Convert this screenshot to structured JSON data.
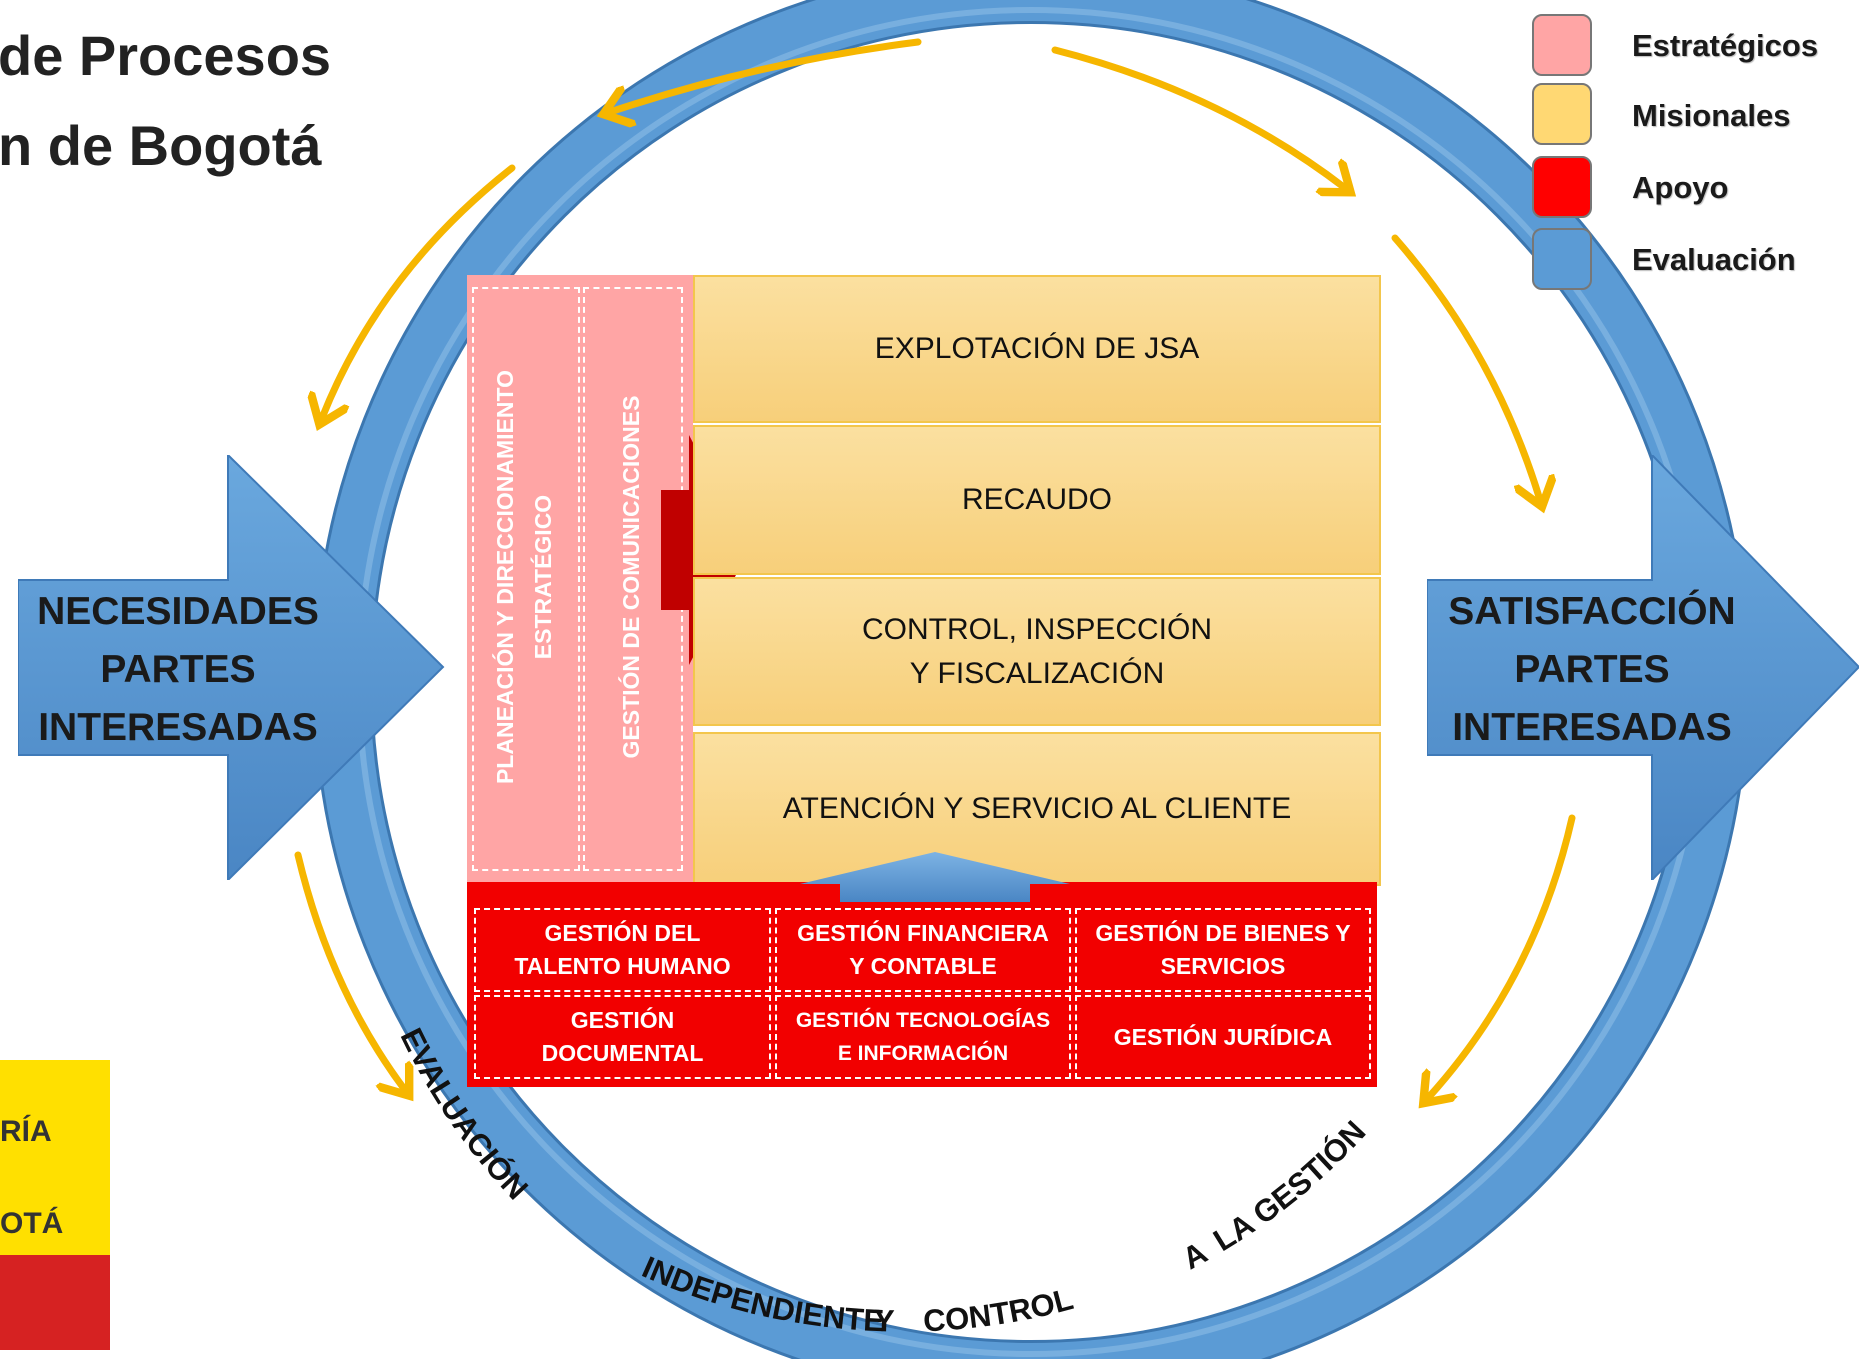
{
  "title": {
    "line1": "de Procesos",
    "line2": "n de Bogotá"
  },
  "legend": [
    {
      "label": "Estratégicos",
      "color": "#ffa5a5"
    },
    {
      "label": "Misionales",
      "color": "#ffd873"
    },
    {
      "label": "Apoyo",
      "color": "#ff0000"
    },
    {
      "label": "Evaluación",
      "color": "#5b9bd5"
    }
  ],
  "input_arrow": {
    "line1": "NECESIDADES",
    "line2": "PARTES",
    "line3": "INTERESADAS"
  },
  "output_arrow": {
    "line1": "SATISFACCIÓN",
    "line2": "PARTES",
    "line3": "INTERESADAS"
  },
  "strategic": [
    {
      "line1": "PLANEACIÓN Y DIRECCIONAMIENTO",
      "line2": "ESTRATÉGICO"
    },
    {
      "line1": "GESTIÓN DE COMUNICACIONES",
      "line2": ""
    }
  ],
  "missional": [
    {
      "line1": "EXPLOTACIÓN DE JSA",
      "line2": ""
    },
    {
      "line1": "RECAUDO",
      "line2": ""
    },
    {
      "line1": "CONTROL, INSPECCIÓN",
      "line2": "Y FISCALIZACIÓN"
    },
    {
      "line1": "ATENCIÓN Y SERVICIO AL CLIENTE",
      "line2": ""
    }
  ],
  "support": [
    {
      "line1": "GESTIÓN DEL",
      "line2": "TALENTO HUMANO"
    },
    {
      "line1": "GESTIÓN FINANCIERA",
      "line2": "Y CONTABLE"
    },
    {
      "line1": "GESTIÓN DE BIENES Y",
      "line2": "SERVICIOS"
    },
    {
      "line1": "GESTIÓN",
      "line2": "DOCUMENTAL"
    },
    {
      "line1": "GESTIÓN TECNOLOGÍAS",
      "line2": "E INFORMACIÓN"
    },
    {
      "line1": "GESTIÓN  JURÍDICA",
      "line2": ""
    }
  ],
  "evaluation": {
    "word1": "EVALUACIÓN",
    "word2": "INDEPENDIENTE",
    "word3": "Y",
    "word4": "CONTROL",
    "word5": "A",
    "word6": "LA GESTIÓN"
  },
  "logo": {
    "line1": "RÍA",
    "line2": "OTÁ"
  }
}
